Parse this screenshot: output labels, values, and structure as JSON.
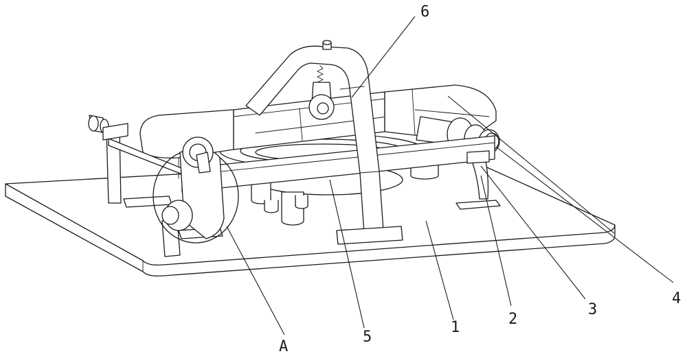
{
  "callouts": {
    "c6": "6",
    "cA": "A",
    "c5": "5",
    "c1": "1",
    "c2": "2",
    "c3": "3",
    "c4": "4"
  }
}
